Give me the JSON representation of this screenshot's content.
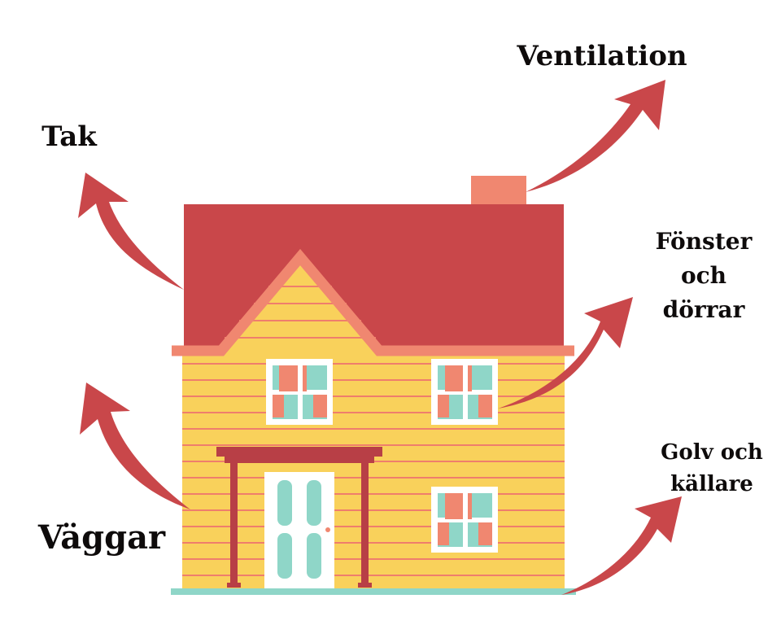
{
  "labels": {
    "ventilation": "Ventilation",
    "tak": "Tak",
    "fonster": "Fönster\noch\ndörrar",
    "golv": "Golv och\nkällare",
    "vaggar": "Väggar"
  },
  "colors": {
    "roof": "#c9474a",
    "chimney": "#f08770",
    "trim": "#f08770",
    "wall": "#f9d15b",
    "siding_line": "#ef7e6c",
    "window_frame": "#ffffff",
    "window_glass": "#8fd6c8",
    "curtain": "#f08770",
    "porch": "#b83f46",
    "door": "#ffffff",
    "door_panel": "#8fd6c8",
    "ground": "#8fd6c8",
    "arrow": "#c9474a",
    "text": "#0e0b0b"
  }
}
